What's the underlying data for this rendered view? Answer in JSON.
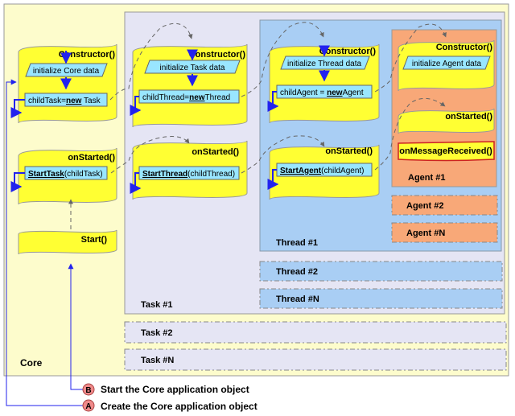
{
  "containers": {
    "core": "Core",
    "task1": "Task #1",
    "task2": "Task #2",
    "taskN": "Task #N",
    "thread1": "Thread #1",
    "thread2": "Thread #2",
    "threadN": "Thread #N",
    "agent1": "Agent #1",
    "agent2": "Agent #2",
    "agentN": "Agent #N"
  },
  "core": {
    "constructor": "Constructor()",
    "init": "initialize Core data",
    "child_var": "childTask=",
    "child_new": "new",
    "child_type": " Task",
    "onstarted": "onStarted()",
    "start_call": "StartTask",
    "start_arg": "(childTask)",
    "start": "Start()"
  },
  "task": {
    "constructor": "Constructor()",
    "init": "initialize Task data",
    "child_var": "childThread=",
    "child_new": "new",
    "child_type": "Thread",
    "onstarted": "onStarted()",
    "start_call": "StartThread",
    "start_arg": "(childThread)"
  },
  "thread": {
    "constructor": "Constructor()",
    "init": "initialize Thread data",
    "child_var": "childAgent = ",
    "child_new": "new",
    "child_type": "Agent",
    "onstarted": "onStarted()",
    "start_call": "StartAgent",
    "start_arg": "(childAgent)"
  },
  "agent": {
    "constructor": "Constructor()",
    "init": "initialize Agent data",
    "onstarted": "onStarted()",
    "onmessage": "onMessageReceived()"
  },
  "legend": {
    "b_letter": "B",
    "b_text": "Start the Core application object",
    "a_letter": "A",
    "a_text": "Create the Core application object"
  },
  "colors": {
    "core_bg": "#fdfccc",
    "task_bg": "#e5e5f4",
    "thread_bg": "#a9cef4",
    "agent_bg": "#f8a878",
    "yellow": "#ffff33",
    "cyan": "#99e6ff",
    "badge": "#f08a8a",
    "arrow": "#2222ee"
  }
}
